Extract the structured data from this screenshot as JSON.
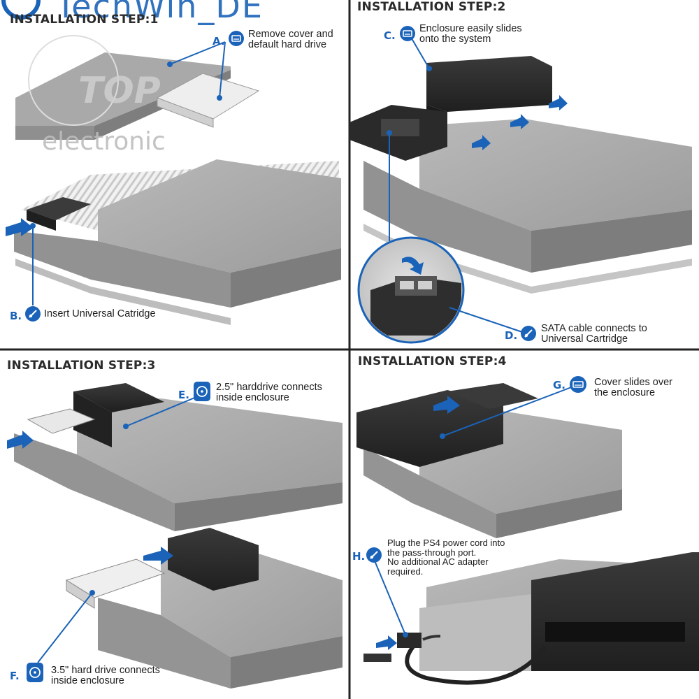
{
  "colors": {
    "accent": "#1a63b8",
    "console_top": "#a7a7a7",
    "console_side": "#8a8a8a",
    "enclosure": "#2c2c2c"
  },
  "watermark": {
    "brand_text": "TechWin_DE",
    "logo_text": "TOP",
    "sub_text": "electronic"
  },
  "steps": [
    {
      "title": "INSTALLATION STEP:1",
      "callouts": [
        {
          "letter": "A.",
          "icon": "hard-drive-icon",
          "lines": [
            "Remove cover and",
            "default hard drive"
          ]
        },
        {
          "letter": "B.",
          "icon": "cartridge-icon",
          "lines": [
            "Insert Universal Catridge"
          ]
        }
      ]
    },
    {
      "title": "INSTALLATION STEP:2",
      "callouts": [
        {
          "letter": "C.",
          "icon": "hard-drive-icon",
          "lines": [
            "Enclosure easily slides",
            "onto the system"
          ]
        },
        {
          "letter": "D.",
          "icon": "sata-cable-icon",
          "lines": [
            "SATA cable connects to",
            "Universal Cartridge"
          ]
        }
      ]
    },
    {
      "title": "INSTALLATION STEP:3",
      "callouts": [
        {
          "letter": "E.",
          "icon": "disk-icon",
          "lines": [
            "2.5\" harddrive connects",
            "inside enclosure"
          ]
        },
        {
          "letter": "F.",
          "icon": "disk-icon",
          "lines": [
            "3.5\" hard drive connects",
            "inside enclosure"
          ]
        }
      ]
    },
    {
      "title": "INSTALLATION STEP:4",
      "callouts": [
        {
          "letter": "G.",
          "icon": "hard-drive-icon",
          "lines": [
            "Cover slides over",
            "the enclosure"
          ]
        },
        {
          "letter": "H.",
          "icon": "power-plug-icon",
          "lines": [
            "Plug the PS4 power cord into",
            "the pass-through port.",
            "No additional AC adapter",
            "required."
          ]
        }
      ]
    }
  ]
}
